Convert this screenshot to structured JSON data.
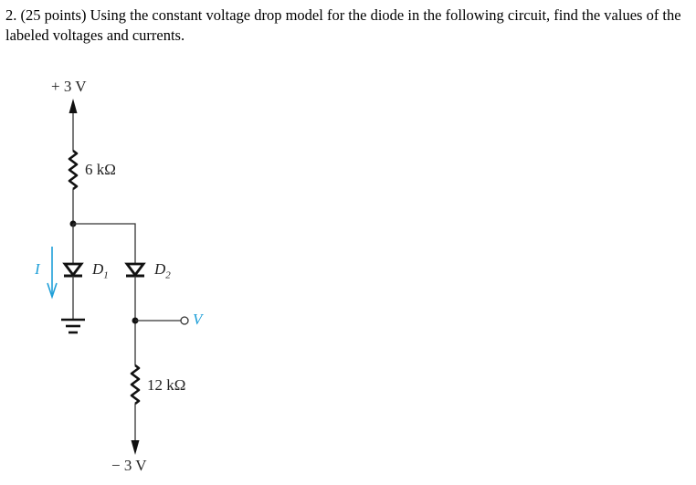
{
  "question": {
    "text": "2. (25 points) Using the constant voltage drop model for the diode in the following circuit, find the values of the labeled voltages and currents."
  },
  "circuit": {
    "supply_top": "+ 3 V",
    "supply_bottom": "− 3 V",
    "r1_label": "6 kΩ",
    "r2_label": "12 kΩ",
    "d1": {
      "letter": "D",
      "sub": "1"
    },
    "d2": {
      "letter": "D",
      "sub": "2"
    },
    "current_label": "I",
    "voltage_label": "V",
    "accent_color": "#1e9fd8",
    "wire_color": "#333333"
  }
}
